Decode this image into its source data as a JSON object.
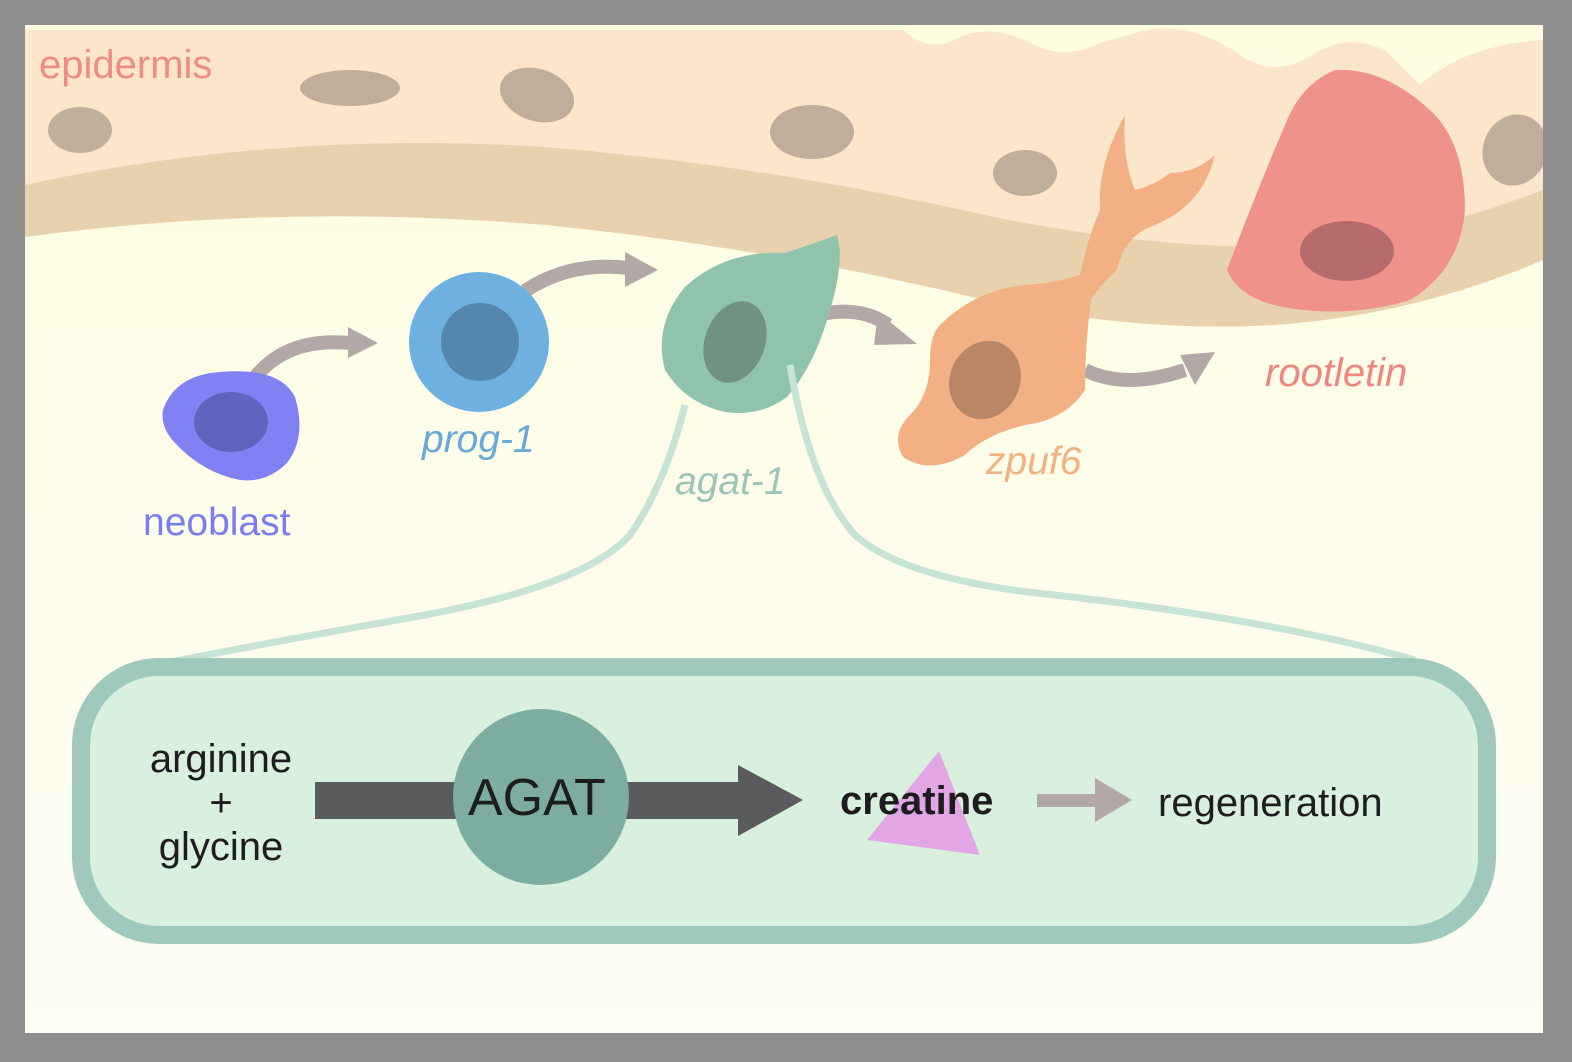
{
  "labels": {
    "epidermis": "epidermis",
    "neoblast": "neoblast",
    "prog1": "prog-1",
    "agat1": "agat-1",
    "zpuf6": "zpuf6",
    "rootletin": "rootletin"
  },
  "pathway": {
    "substrate_1": "arginine",
    "plus": "+",
    "substrate_2": "glycine",
    "enzyme": "AGAT",
    "product": "creatine",
    "outcome": "regeneration"
  },
  "colors": {
    "border": "#8e8e8e",
    "epidermis_fill": "#fbe6cc",
    "epidermis_label": "#ee8c84",
    "nucleus_epidermal": "#bfae99",
    "basement_band": "#e8d2ae",
    "mesenchyme": "#fdfbe4",
    "neoblast": "#8082f4",
    "neoblast_label": "#7a7cf2",
    "prog1": "#6eb0e0",
    "prog1_label": "#68a8da",
    "agat1": "#8fc3ab",
    "agat1_label": "#9cc5b6",
    "zpuf6": "#f2b084",
    "zpuf6_label": "#f3b082",
    "rootletin": "#ef928a",
    "rootletin_label": "#ee857e",
    "lineage_arrow": "#b3a8a5",
    "inset_fill": "#d8f0dd",
    "inset_border": "#9ec9bc",
    "enzyme_circle": "#7dada1",
    "reaction_arrow": "#5a5b5d",
    "creatine_triangle": "#e2a5e6"
  }
}
